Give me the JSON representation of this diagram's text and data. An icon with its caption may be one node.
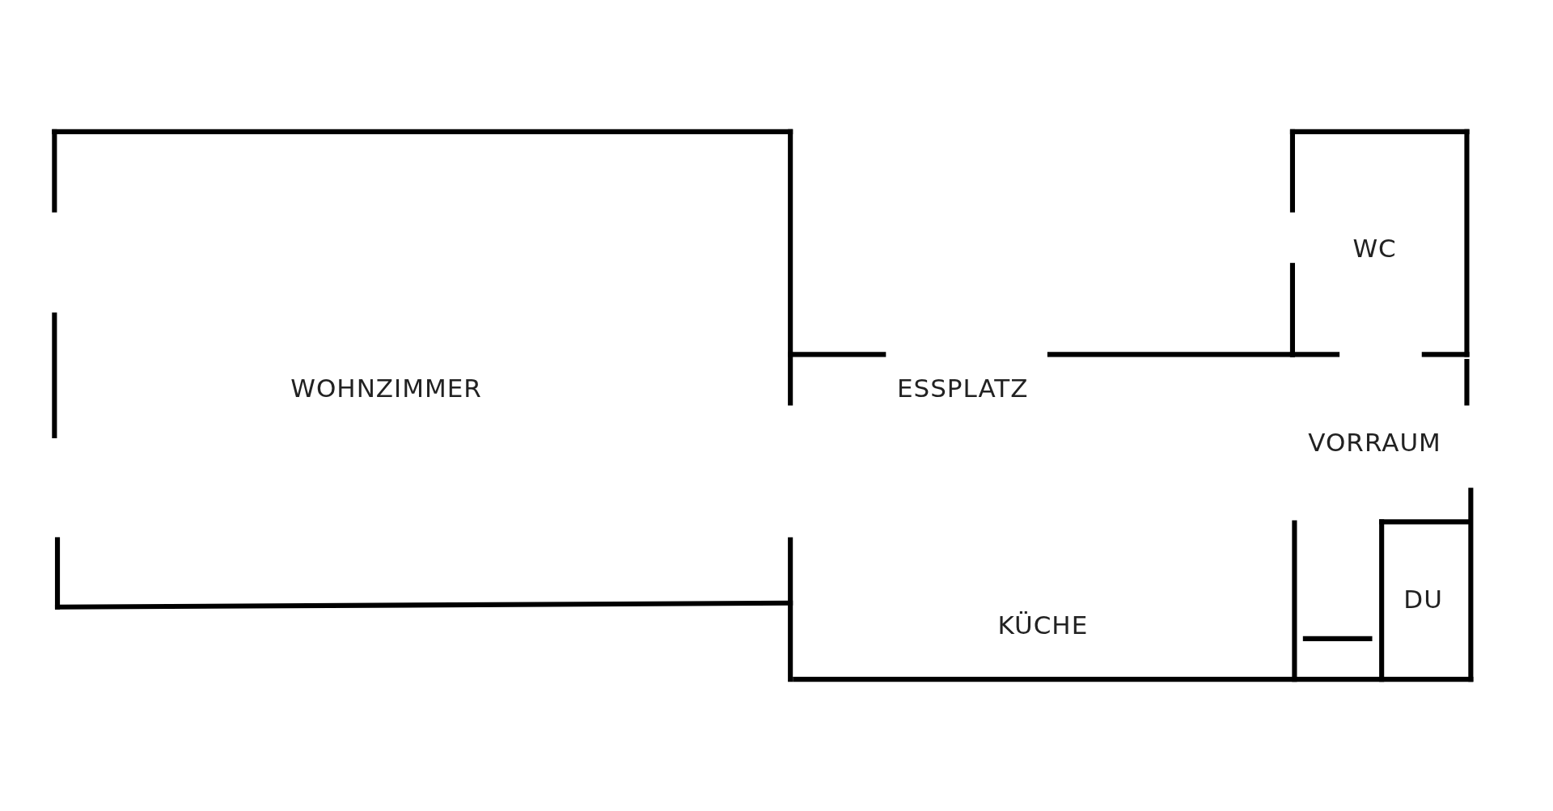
{
  "diagram": {
    "labels": [
      "WOHNZIMMER",
      "ESSPLATZ",
      "WC",
      "VORRAUM",
      "KÜCHE",
      "DU"
    ]
  }
}
